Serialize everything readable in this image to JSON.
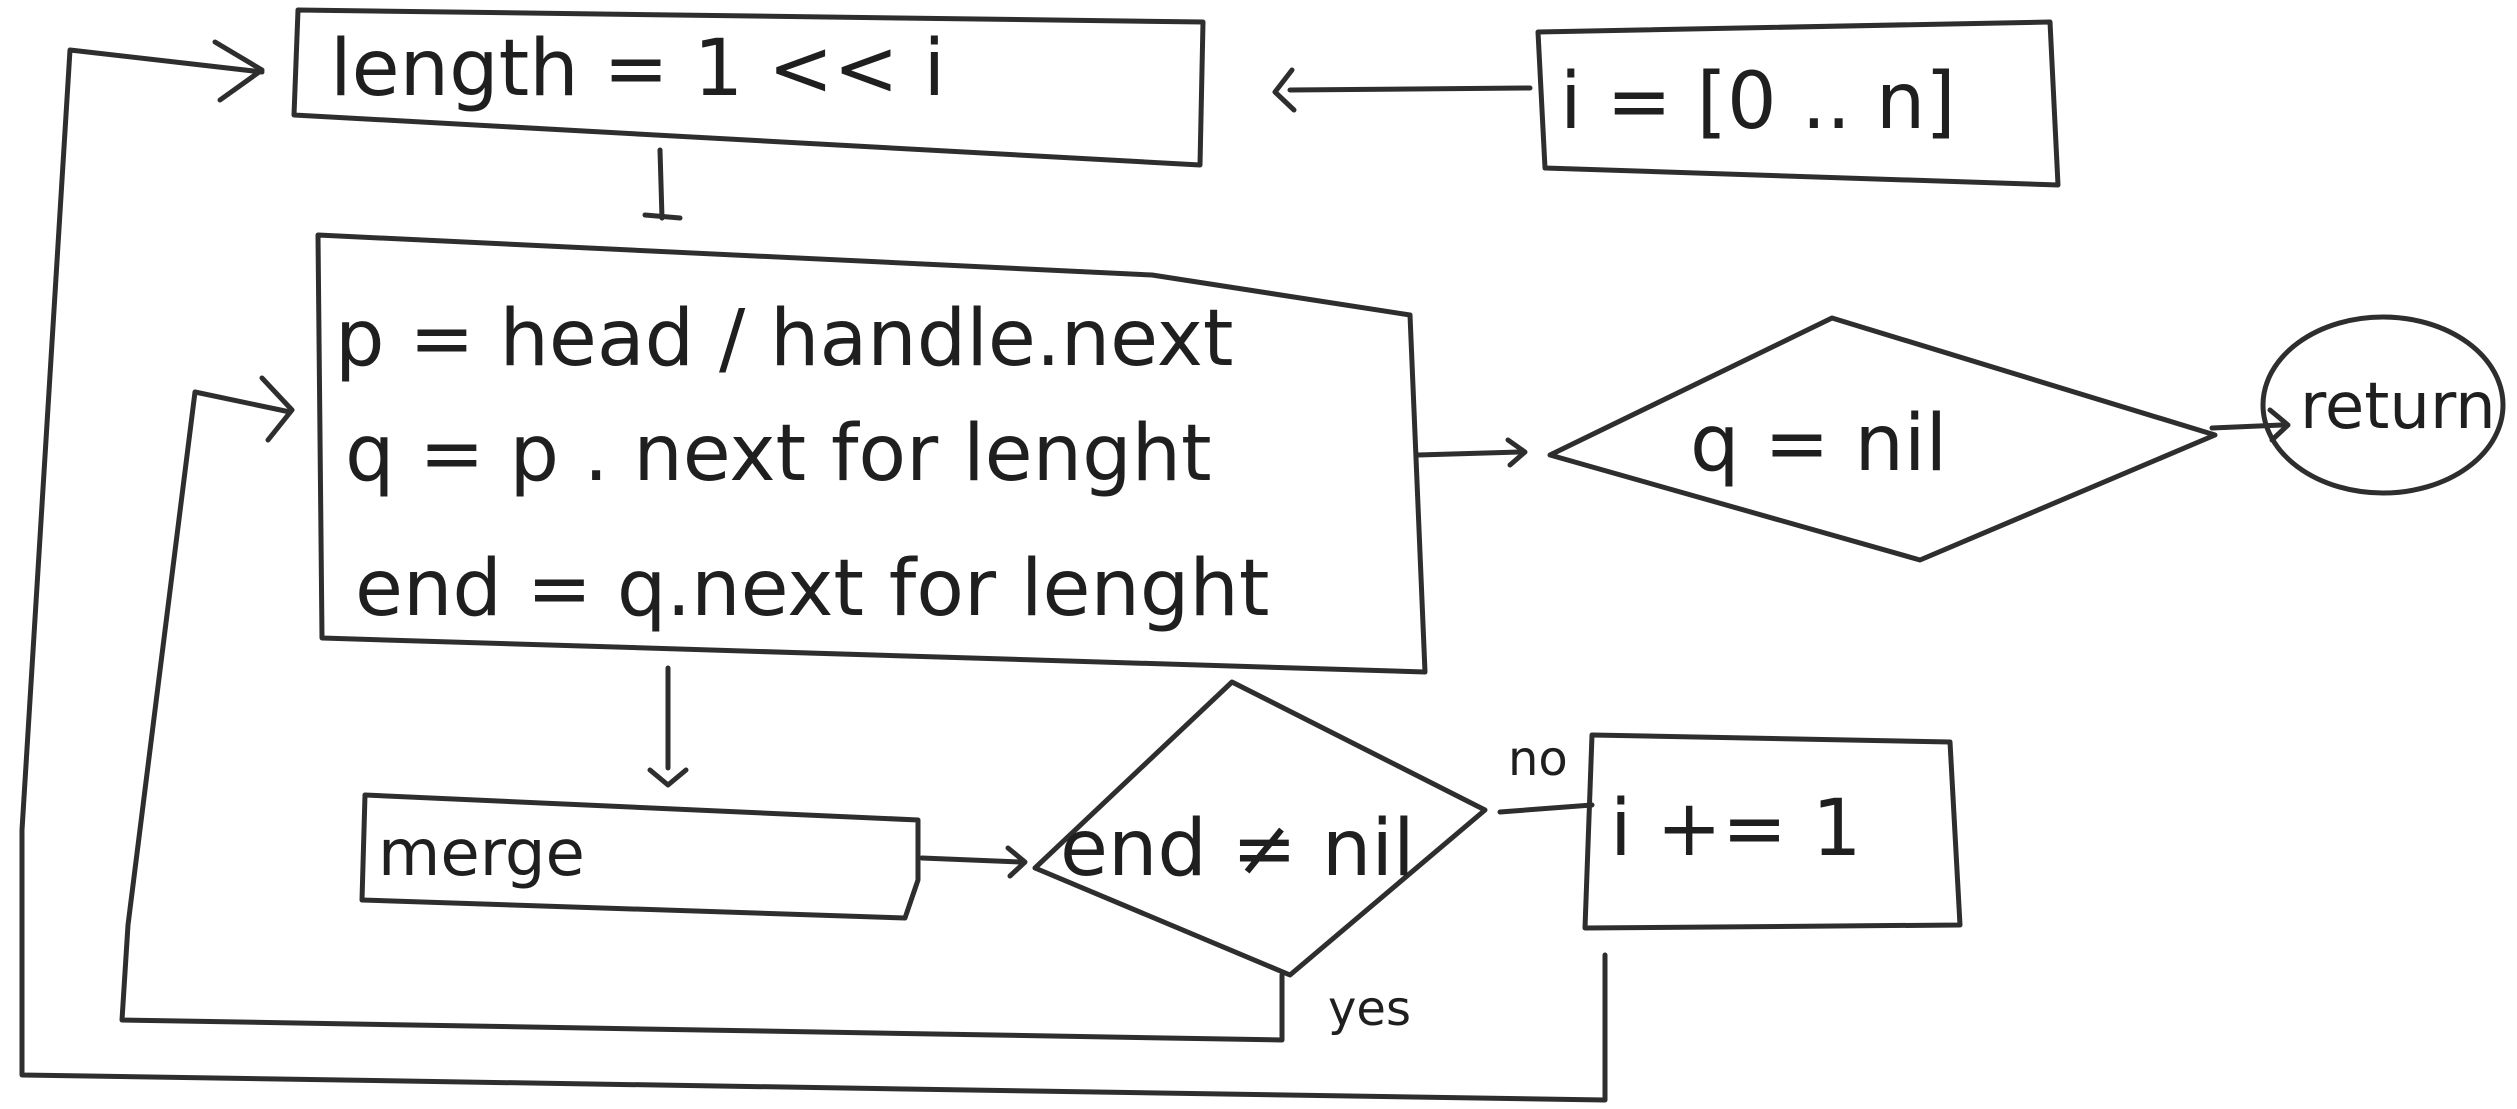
{
  "diagram": {
    "length_box": "length = 1 << i",
    "range_box": "i = [0 .. n]",
    "process_lines": [
      "p = head / handle.next",
      "q = p . next  for lenght",
      "end = q.next  for lenght"
    ],
    "decision_q": "q = nil",
    "return_label": "return",
    "merge_label": "merge",
    "decision_end": "end ≠ nil",
    "increment_box": "i += 1",
    "edge_no": "no",
    "edge_yes": "yes"
  },
  "colors": {
    "ink": "#2e2e2e",
    "background": "#ffffff"
  }
}
